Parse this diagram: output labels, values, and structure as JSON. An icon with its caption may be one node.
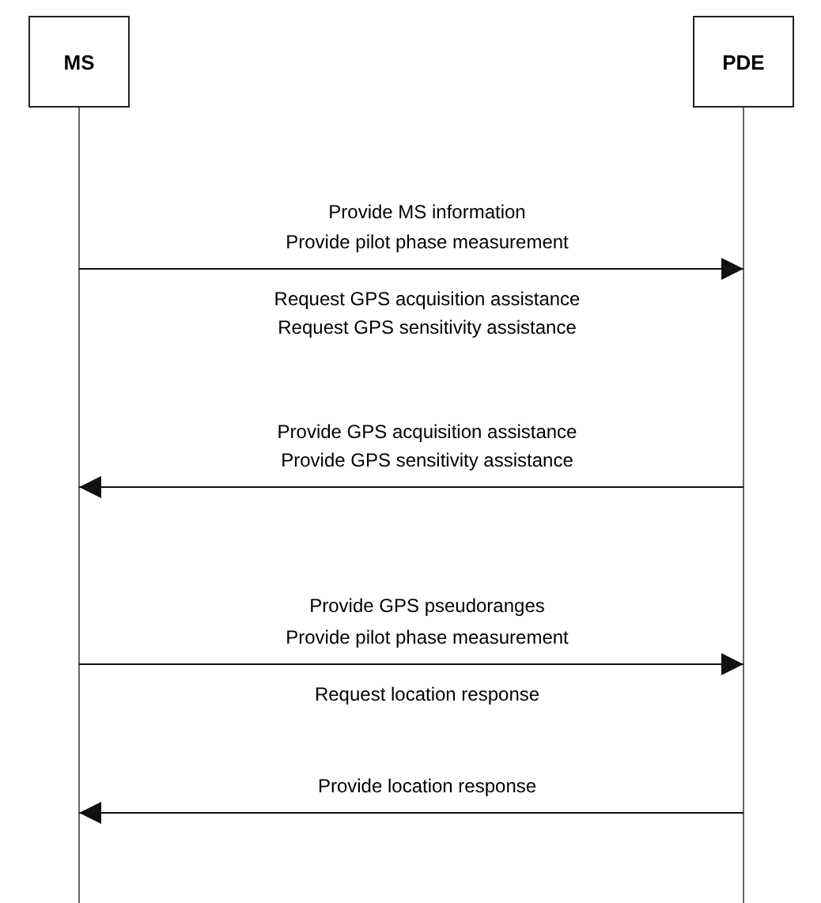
{
  "diagram": {
    "nodes": [
      {
        "text": [
          "MS"
        ]
      },
      {
        "text": [
          "PDE"
        ]
      }
    ],
    "edges": [
      {
        "from": 0,
        "to": 1,
        "arrow": "to",
        "label": "Provide pilot phase measurement"
      },
      {
        "from": 1,
        "to": 0,
        "arrow": "to",
        "label": "Provide GPS sensitivity assistance"
      },
      {
        "from": 0,
        "to": 1,
        "arrow": "to",
        "label": "Provide pilot phase measurement"
      },
      {
        "from": 1,
        "to": 0,
        "arrow": "to",
        "label": "Provide location response"
      }
    ],
    "labels": [
      "Provide MS information",
      "Request GPS acquisition assistance",
      "Request GPS sensitivity assistance",
      "Provide GPS acquisition assistance",
      "Provide GPS pseudoranges",
      "Request location response"
    ]
  }
}
